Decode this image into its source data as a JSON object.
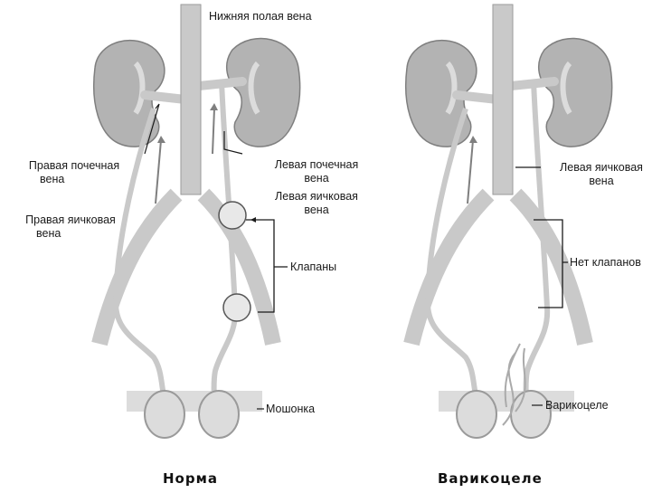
{
  "colors": {
    "vein": "#c9c9c9",
    "vein_dark": "#9a9a9a",
    "kidney": "#b3b3b3",
    "kidney_light": "#dcdcdc",
    "line": "#1a1a1a"
  },
  "labels": {
    "ivc": "Нижняя полая вена",
    "right_renal_1": "Правая почечная",
    "right_renal_2": "вена",
    "left_renal_1": "Левая почечная",
    "left_renal_2": "вена",
    "left_testicular_1": "Левая яичковая",
    "left_testicular_2": "вена",
    "right_testicular_1": "Правая яичковая",
    "right_testicular_2": "вена",
    "valves": "Клапаны",
    "scrotum": "Мошонка",
    "var_left_testicular_1": "Левая яичковая",
    "var_left_testicular_2": "вена",
    "no_valves": "Нет клапанов",
    "varicocele": "Варикоцеле"
  },
  "captions": {
    "normal": "Норма",
    "varicocele": "Варикоцеле"
  }
}
